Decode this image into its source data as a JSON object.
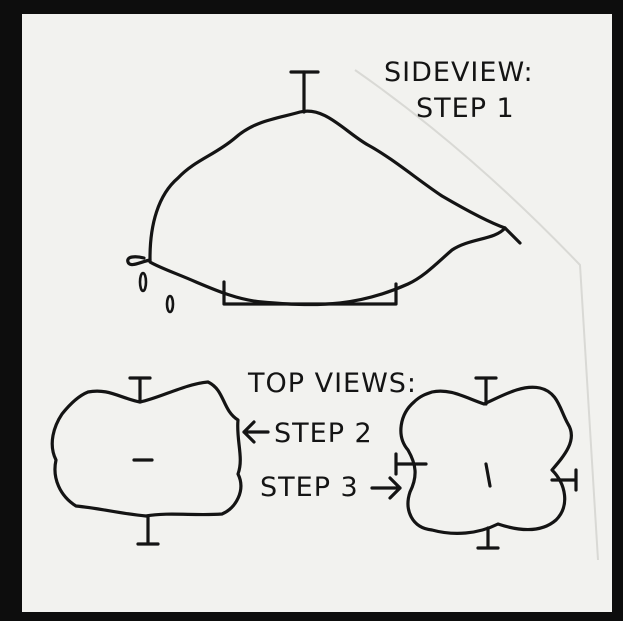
{
  "labels": {
    "side_view": "SIDEVIEW:",
    "step1": "STEP 1",
    "top_views": "TOP VIEWS:",
    "step2": "STEP 2",
    "step3": "STEP 3"
  },
  "colors": {
    "paper": "#f2f2ef",
    "ink": "#141414",
    "frame": "#0d0d0d"
  },
  "icons": {
    "step2_arrow": "left-arrow-icon",
    "step3_arrow": "right-arrow-icon"
  }
}
